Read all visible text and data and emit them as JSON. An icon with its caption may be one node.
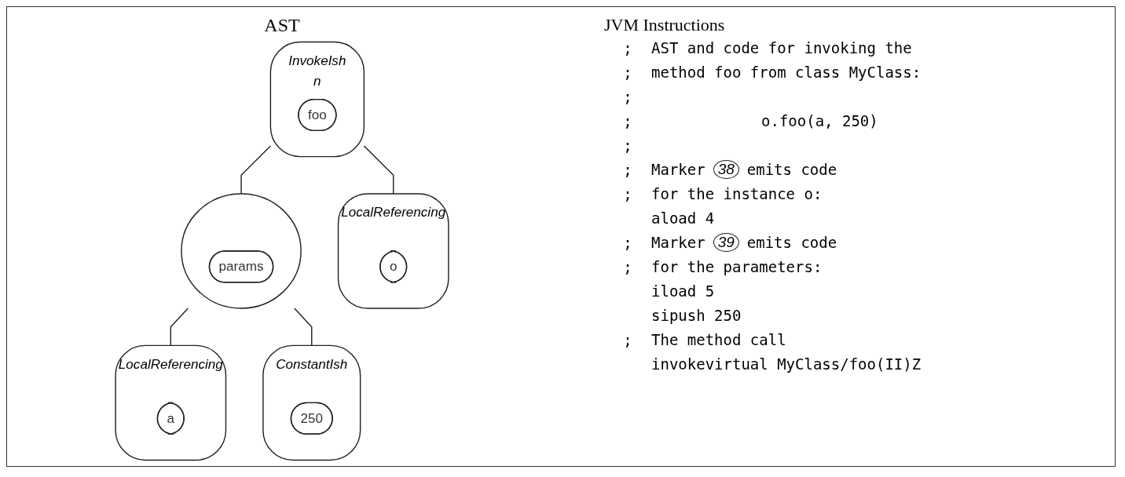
{
  "diagram": {
    "nodes": [
      {
        "text": [
          "InvokeIsh",
          "n"
        ]
      },
      {
        "text": [
          "foo"
        ],
        "in": 0
      },
      {
        "text": [
          "LocalReferencing"
        ]
      },
      {
        "text": [
          "o"
        ],
        "in": 2
      },
      {
        "text": [],
        "shape": "circle"
      },
      {
        "text": [
          "params"
        ],
        "in": 4
      },
      {
        "text": [
          "LocalReferencing"
        ]
      },
      {
        "text": [
          "a"
        ],
        "in": 6
      },
      {
        "text": [
          "ConstantIsh"
        ]
      },
      {
        "text": [
          "250"
        ],
        "in": 8
      }
    ],
    "edges": [
      {
        "from": 0,
        "to": 2,
        "arrow": "none"
      },
      {
        "from": 0,
        "to": 4,
        "arrow": "none"
      },
      {
        "from": 4,
        "to": 6,
        "arrow": "none"
      },
      {
        "from": 4,
        "to": 8,
        "arrow": "none"
      }
    ],
    "labels": [
      "AST",
      "JVM Instructions",
      ";",
      "AST and code for invoking the",
      ";",
      "method foo from class MyClass:",
      ";",
      ";",
      "o.foo(a, 250)",
      ";",
      ";",
      "Marker",
      "38",
      "emits code",
      ";",
      "for the instance o:",
      "aload 4",
      ";",
      "Marker",
      "39",
      "emits code",
      ";",
      "for the parameters:",
      "iload 5",
      "sipush 250",
      ";",
      "The method call",
      "invokevirtual MyClass/foo(II)Z"
    ]
  }
}
